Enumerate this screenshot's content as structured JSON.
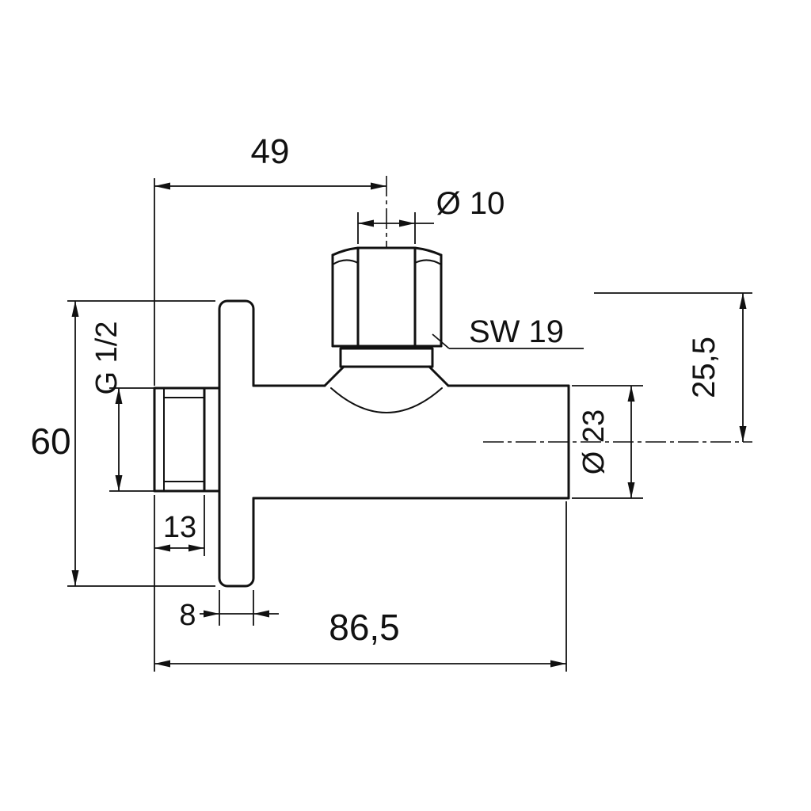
{
  "title": "Angle valve dimensioned technical drawing",
  "colors": {
    "line": "#111111",
    "background": "#ffffff"
  },
  "dimensions": {
    "outlet_offset": "49",
    "outlet_diameter": "Ø 10",
    "hex_wrench_size": "SW 19",
    "outlet_height": "25,5",
    "inlet_thread_size": "G 1/2",
    "rosette_diameter": "60",
    "thread_length": "13",
    "body_diameter": "Ø 23",
    "rosette_thickness": "8",
    "overall_length": "86,5"
  }
}
